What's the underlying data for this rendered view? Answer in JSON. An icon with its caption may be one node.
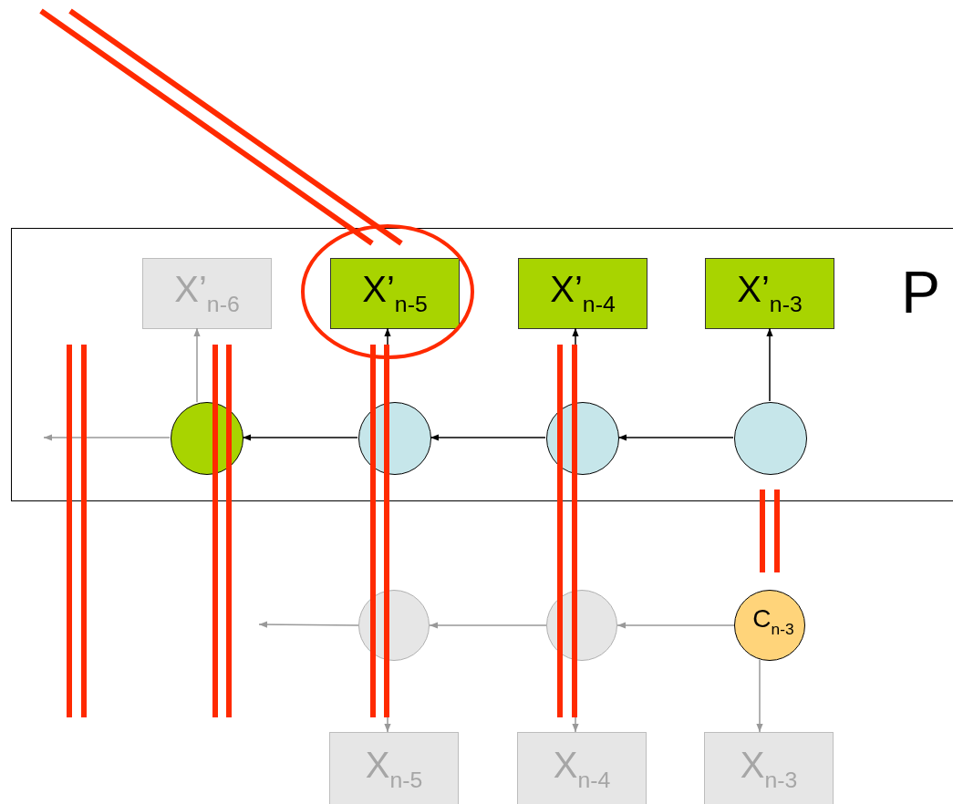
{
  "diagram": {
    "nodes": [
      {
        "text": [
          "P"
        ]
      },
      {
        "text": [
          "X’$_{n-6}$"
        ],
        "in": 0
      },
      {
        "text": [
          "X’$_{n-5}$"
        ],
        "in": 0
      },
      {
        "text": [
          "X’$_{n-4}$"
        ],
        "in": 0
      },
      {
        "text": [
          "X’$_{n-3}$"
        ],
        "in": 0
      },
      {
        "text": [],
        "shape": "circle",
        "in": 0
      },
      {
        "text": [],
        "shape": "circle",
        "in": 0
      },
      {
        "text": [],
        "shape": "circle",
        "in": 0
      },
      {
        "text": [],
        "shape": "circle",
        "in": 0
      },
      {
        "text": [],
        "shape": "circle"
      },
      {
        "text": [],
        "shape": "circle"
      },
      {
        "text": [
          "C$_{n-3}$"
        ]
      },
      {
        "text": [
          "X$_{n-5}$"
        ]
      },
      {
        "text": [
          "X$_{n-4}$"
        ]
      },
      {
        "text": [
          "X$_{n-3}$"
        ]
      }
    ],
    "edges": [
      {
        "from": 8,
        "to": 4,
        "arrow": "to",
        "color": "#000000"
      },
      {
        "from": 8,
        "to": 7,
        "arrow": "to",
        "color": "#000000"
      },
      {
        "from": 7,
        "to": 6,
        "arrow": "to",
        "color": "#000000"
      },
      {
        "from": 6,
        "to": 5,
        "arrow": "to",
        "color": "#000000"
      },
      {
        "from": 5,
        "to": null,
        "arrow": "to"
      },
      {
        "from": 5,
        "to": 1,
        "arrow": "to"
      },
      {
        "from": 7,
        "to": 3,
        "arrow": "to",
        "color": "#000000"
      },
      {
        "from": 6,
        "to": 2,
        "arrow": "to",
        "color": "#000000"
      },
      {
        "from": 11,
        "to": 10,
        "arrow": "to"
      },
      {
        "from": 10,
        "to": 9,
        "arrow": "to"
      },
      {
        "from": 9,
        "to": null,
        "arrow": "to"
      },
      {
        "from": 11,
        "to": 14,
        "arrow": "to"
      },
      {
        "from": 10,
        "to": 13,
        "arrow": "to"
      },
      {
        "from": 9,
        "to": 12,
        "arrow": "to"
      }
    ]
  }
}
